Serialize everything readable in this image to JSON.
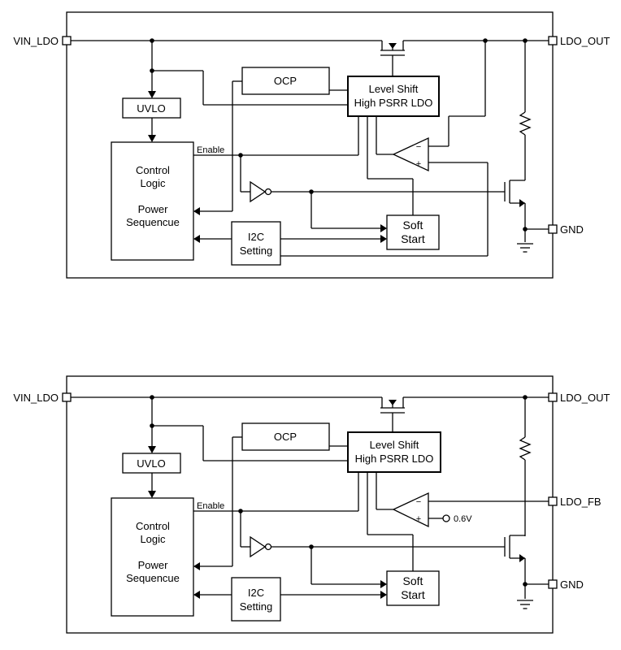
{
  "diagram_top": {
    "pins": {
      "vin": "VIN_LDO",
      "out": "LDO_OUT",
      "gnd": "GND"
    },
    "blocks": {
      "uvlo": "UVLO",
      "ocp": "OCP",
      "ldo_line1": "Level Shift",
      "ldo_line2": "High PSRR LDO",
      "ctrl_line1": "Control",
      "ctrl_line2": "Logic",
      "ctrl_line3": "Power",
      "ctrl_line4": "Sequencue",
      "i2c_line1": "I2C",
      "i2c_line2": "Setting",
      "ss_line1": "Soft",
      "ss_line2": "Start"
    },
    "enable_label": "Enable",
    "amp_minus": "−",
    "amp_plus": "+"
  },
  "diagram_bottom": {
    "pins": {
      "vin": "VIN_LDO",
      "out": "LDO_OUT",
      "fb": "LDO_FB",
      "gnd": "GND"
    },
    "blocks": {
      "uvlo": "UVLO",
      "ocp": "OCP",
      "ldo_line1": "Level Shift",
      "ldo_line2": "High PSRR LDO",
      "ctrl_line1": "Control",
      "ctrl_line2": "Logic",
      "ctrl_line3": "Power",
      "ctrl_line4": "Sequencue",
      "i2c_line1": "I2C",
      "i2c_line2": "Setting",
      "ss_line1": "Soft",
      "ss_line2": "Start"
    },
    "enable_label": "Enable",
    "amp_minus": "−",
    "amp_plus": "+",
    "vref": "0.6V"
  }
}
